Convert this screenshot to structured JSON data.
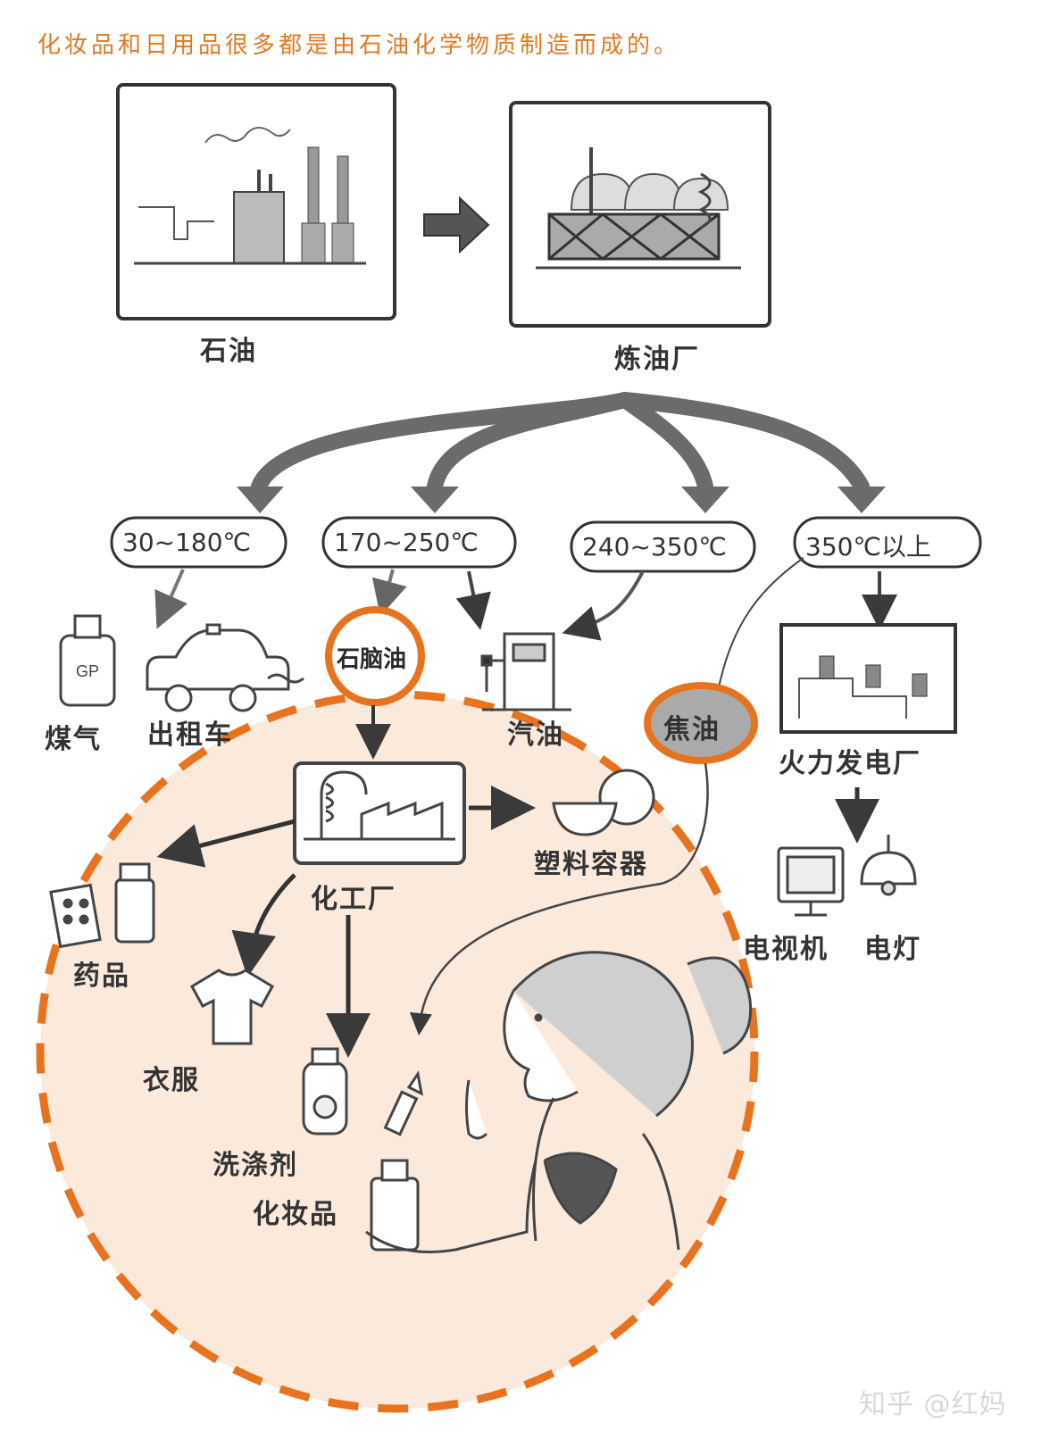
{
  "title": "化妆品和日用品很多都是由石油化学物质制造而成的。",
  "nodes": {
    "petroleum": "石油",
    "refinery": "炼油厂",
    "gas": "煤气",
    "taxi": "出租车",
    "naphtha": "石脑油",
    "gasoline": "汽油",
    "coal_tar": "焦油",
    "power_plant": "火力发电厂",
    "chemical_plant": "化工厂",
    "plastic_container": "塑料容器",
    "medicine": "药品",
    "clothes": "衣服",
    "detergent": "洗涤剂",
    "cosmetics": "化妆品",
    "tv": "电视机",
    "lamp": "电灯",
    "gp_label": "GP"
  },
  "temperatures": [
    "30~180℃",
    "170~250℃",
    "240~350℃",
    "350℃以上"
  ],
  "colors": {
    "accent": "#e8731f",
    "circle_fill": "#fbeadb",
    "ink": "#3a3a3a",
    "arrow": "#555555"
  },
  "watermark": "知乎 @红妈"
}
